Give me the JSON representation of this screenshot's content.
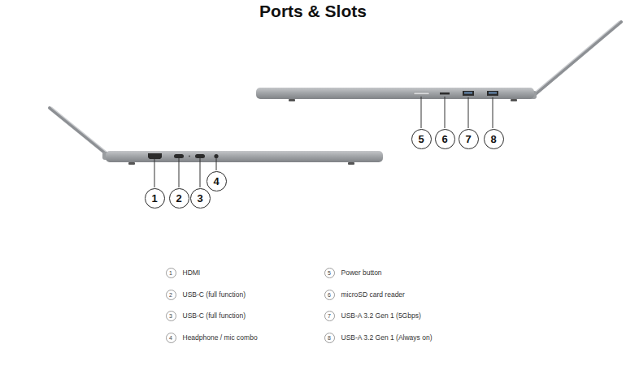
{
  "diagram": {
    "title": "Ports & Slots",
    "nodes": [
      {
        "text": [
          "1"
        ]
      },
      {
        "text": [
          "2"
        ]
      },
      {
        "text": [
          "3"
        ]
      },
      {
        "text": [
          "4"
        ]
      },
      {
        "text": [
          "5"
        ]
      },
      {
        "text": [
          "6"
        ]
      },
      {
        "text": [
          "7"
        ]
      },
      {
        "text": [
          "8"
        ]
      },
      {
        "text": [
          "1",
          "HDMI"
        ]
      },
      {
        "text": [
          "2",
          "USB-C (full function)"
        ]
      },
      {
        "text": [
          "3",
          "USB-C (full function)"
        ]
      },
      {
        "text": [
          "4",
          "Headphone / mic combo"
        ]
      },
      {
        "text": [
          "5",
          "Power button"
        ]
      },
      {
        "text": [
          "6",
          "microSD card reader"
        ]
      },
      {
        "text": [
          "7",
          "USB-A 3.2 Gen 1 (5Gbps)"
        ]
      },
      {
        "text": [
          "8",
          "USB-A 3.2 Gen 1 (Always on)"
        ]
      }
    ]
  }
}
